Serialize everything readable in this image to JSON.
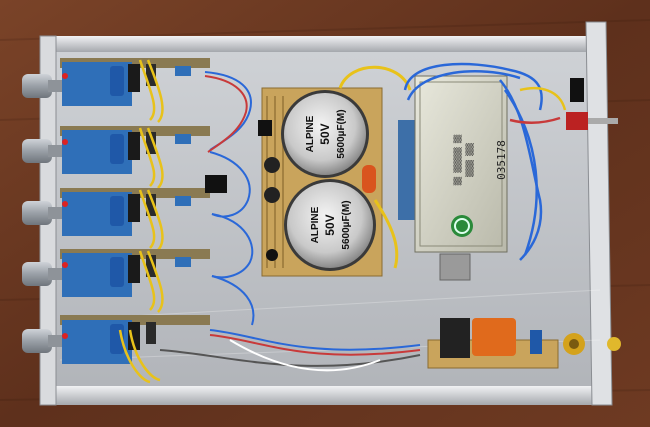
{
  "scene": {
    "description_colors": {
      "table": "#6b3a24",
      "chassis": "#c9ccd0",
      "floor": "#b9bcc0",
      "pcb_blue": "#2f6fb8",
      "wire_yellow": "#e8c21a",
      "wire_blue": "#2a68d8",
      "transformer": "#d8d8c8"
    }
  },
  "capacitors": {
    "top": {
      "brand": "ALPINE",
      "voltage": "50V",
      "capacitance": "5600µF(M)"
    },
    "bottom": {
      "brand": "ALPINE",
      "voltage": "50V",
      "capacitance": "5600µF(M)"
    }
  },
  "transformer": {
    "serial": "035178"
  },
  "knobs": {
    "count": 5
  }
}
